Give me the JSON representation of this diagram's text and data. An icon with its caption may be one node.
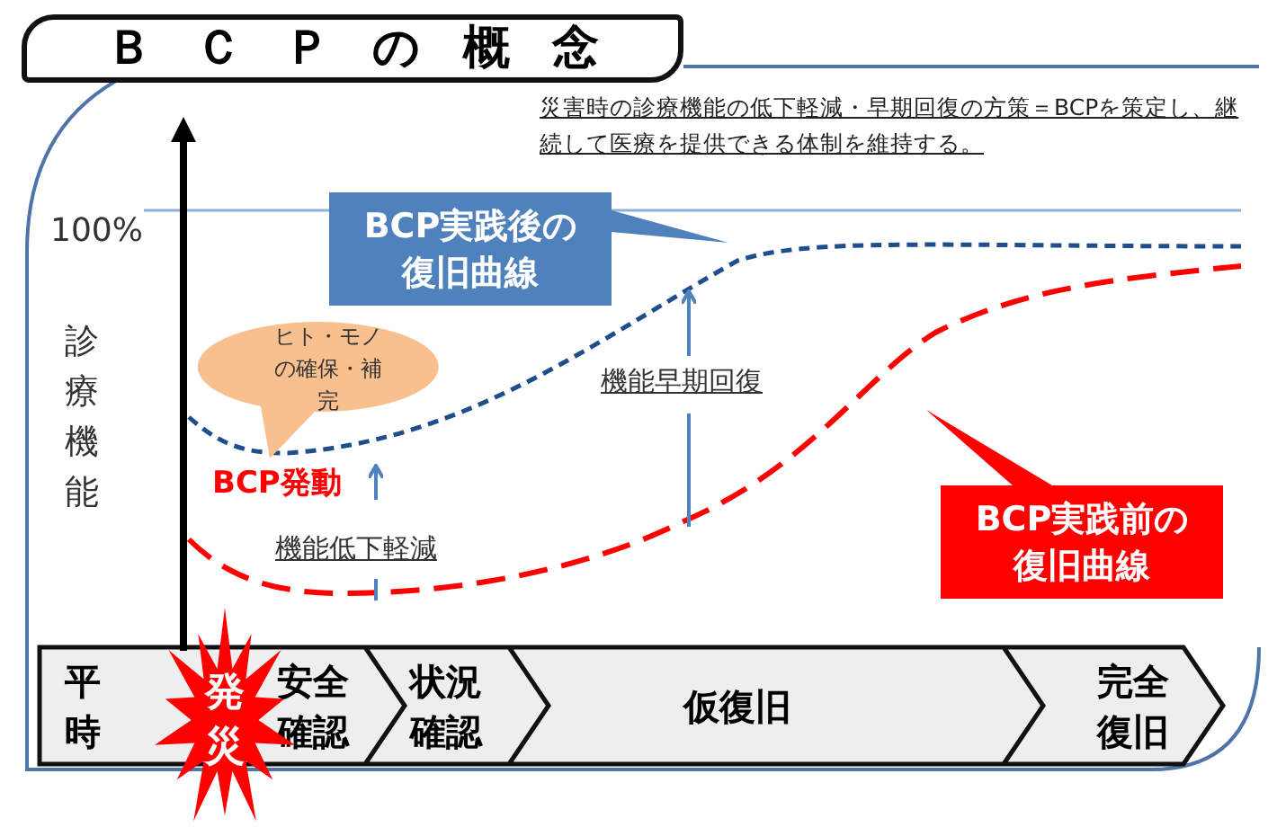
{
  "diagram": {
    "title": "ＢＣＰの概念",
    "nodes": [
      {
        "text": [
          "BCP実践後の復旧曲線"
        ]
      },
      {
        "text": [
          "ヒト・モノの確保・補完"
        ]
      },
      {
        "text": [
          "BCP実践前の復旧曲線"
        ]
      },
      {
        "text": [
          "平時"
        ]
      },
      {
        "text": [
          "安全確認"
        ]
      },
      {
        "text": [
          "状況確認"
        ]
      },
      {
        "text": [
          "仮復旧"
        ]
      },
      {
        "text": [
          "完全復旧"
        ]
      },
      {
        "text": [
          "発災"
        ]
      }
    ],
    "labels": [
      "災害時の診療機能の低下軽減・早期回復の方策＝BCPを策定し、継続して医療を提供できる体制を維持する。",
      "100%",
      "診療機能",
      "BCP発動",
      "機能低下軽減",
      "機能早期回復"
    ]
  }
}
